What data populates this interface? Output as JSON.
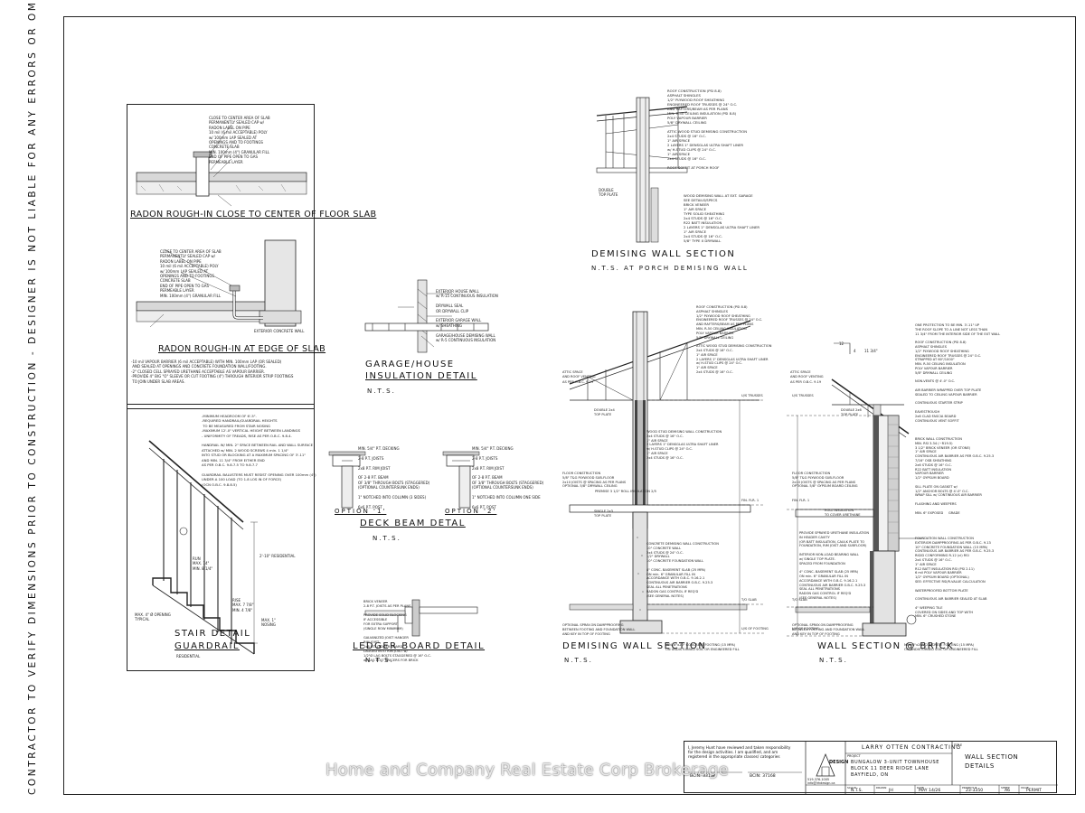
{
  "side_note": "CONTRACTOR TO VERIFY DIMENSIONS PRIOR TO CONSTRUCTION  -  DESIGNER IS NOT LIABLE FOR ANY ERRORS OR OMISSIONS  -  DRAWINGS NOT TO BE SCALED",
  "radon": {
    "title1": "RADON ROUGH-IN CLOSE TO CENTER OF FLOOR SLAB",
    "title2": "RADON ROUGH-IN AT EDGE OF SLAB",
    "notes_a": "CLOSE TO CENTER AREA OF SLAB\nPERMANENTLY SEALED CAP w/\nRADON LABEL ON PIPE\n10 mil (6 mil ACCEPTABLE) POLY\nw/ 100mm LAP SEALED AT\nOPENINGS AND TO FOOTINGS\nCONCRETE SLAB\nMIN. 100mm (4\") GRANULAR FILL\nEND OF PIPE OPEN TO GAS\nPERMEABLE LAYER",
    "notes_b": "CLOSE TO CENTER AREA OF SLAB\nPERMANENTLY SEALED CAP w/\nRADON LABEL ON PIPE\n10 mil (6 mil ACCEPTABLE) POLY\nw/ 100mm LAP SEALED AT\nOPENINGS AND TO FOOTINGS\nCONCRETE SLAB\nEND OF PIPE OPEN TO GAS\nPERMEABLE LAYER\nMIN. 100mm (4\") GRANULAR FILL",
    "exterior_wall": "EXTERIOR CONCRETE WALL",
    "footnotes": "-10 mil VAPOUR BARRIER (6 mil ACCEPTABLE) WITH MIN. 100mm LAP (OR SEALED)\n AND SEALED AT OPENINGS AND CONCRETE FOUNDATION WALL/FOOTING.\n-2\" CLOSED CELL SPRAYED URETHANE ACCEPTABLE AS VAPOUR BARRIER.\n-PROVIDE 4\" BIG \"O\" SLEEVE OR CUT FOOTING (4\") THROUGH INTERIOR STRIP FOOTINGS\n TO JOIN UNDER SLAB AREAS."
  },
  "stair": {
    "title": "STAIR DETAIL",
    "title2": "GUARDRAIL",
    "sub": "RESIDENTIAL",
    "notes": "-MINIMUM HEADROOM OF 6'-5\".\n-REQUIRED HANDRAIL/GUARDRAIL HEIGHTS\n TO BE MEASURED FROM STAIR NOSING\n-MAXIMUM 12'-0\" VERTICAL HEIGHT BETWEEN LANDINGS\n- UNIFORMITY OF TREADS, RISE AS PER O.B.C. 9.8.4.\n\nHANDRAIL W/ MIN. 2\" SPACE BETWEEN RAIL AND WALL SURFACE\nATTACHED w/ MIN. 2 WOOD SCREWS 4 min. 1 1/4\"\nINTO STUD OR BLOCKING AT A MAXIMUM SPACING OF 3'-11\"\nAND MIN. 11 3/4\" FROM EITHER END\nAS PER O.B.C. 9.8.7.5 TO 9.8.7.7\n\nGUARDRAIL BALUSTERS MUST RESIST OPENING OVER 100mm (4\")\nUNDER A 100 LOAD (TO 1.8 LOS IN OF FORCE)\n(OCN O.B.C. 9.8.8.5)",
    "opening": "MAX. 4\" Ø OPENING\nTYPICAL",
    "rise": "RISE\nMAX. 7 7/8\"\nMIN. 4 7/8\"",
    "run": "RUN\nMAX. 14\"\nMIN. 8 1/4\"",
    "nosing": "MAX. 1\"\nNOSING",
    "handrail": "2'-10\" RESIDENTIAL"
  },
  "garage": {
    "title": "GARAGE/HOUSE",
    "title2": "INSULATION DETAIL",
    "sub": "N.T.S.",
    "notes": "EXTERIOR HOUSE WALL\nw/ R-15 CONTINUOUS INSULATION\n\nDRYWALL SEAL\nOR DRYWALL CLIP\n\nEXTERIOR GARAGE WALL\nw/ SHEATHING\n\nGARAGE/HOUSE DEMISING WALL\nw/ R-5 CONTINUOUS INSULATION"
  },
  "deck": {
    "title": "DECK BEAM DETAL",
    "sub": "N.T.S.",
    "option1": "OPTION '1'",
    "option2": "OPTION '2'",
    "notes1": "MIN. 5/4\" P.T. DECKING\n\n2-8 P.T. JOISTS\n\n2x8 P.T. RIM JOIST\n\nOF 2-8 P.T. BEAM\nOF 3/8\" THROUGH BOLTS (STAGGERED)\n(OPTIONAL COUNTERSUNK ENDS)\n\n1\" NOTCHED INTO COLUMN (3 SIDES)\n\n6x6 P.T. POST",
    "notes2": "MIN. 5/4\" P.T. DECKING\n\n2-8 P.T. JOISTS\n\n2x8 P.T. RIM JOIST\n\nOF 2-8 P.T. BEAM\nOF 3/8\" THROUGH BOLTS (STAGGERED)\n(OPTIONAL COUNTERSUNK ENDS)\n\n1\" NOTCHED INTO COLUMN ONE SIDE\n\n6x6 P.T. POST"
  },
  "ledger": {
    "title": "LEDGER BOARD DETAIL",
    "sub": "N.T.S.",
    "notes": "BRICK VENEER\n2-8 P.T. JOISTS AS PER PLANS\n\nPROVIDE SOLID BLOCKING\nIF ACCESSIBLE\nFOR EXTRA SUPPORT\n(SINGLE ROW MINIMUM)\n\nGALVANIZED JOIST HANGER\nRIM JOIST\n2x8 P.T. LEDGER BOARD\nLAGGED INTO RIM JOIST w/\n1/2\"Ø LAG BOLTS STAGGERED @ 16\" O.C.\nw/ LAG BOLT SPACERS FOR BRICK"
  },
  "demising_top": {
    "title": "DEMISING WALL SECTION",
    "sub": "N.T.S.    AT PORCH DEMISING WALL",
    "notes": "ROOF CONSTRUCTION (PSI 8.8)\nASPHALT SHINGLES\n1/2\" PLYWOOD ROOF SHEATHING\nENGINEERED ROOF TRUSSES @ 24\" O.C.\nAND RAFTERS/BEAM AS PER PLANS\nMIN. R-50 CEILING INSULATION (PSI 8.8)\nPOLY VAPOUR BARRIER\n5/8\" DRYWALL CEILING\n\nATTIC WOOD STUD DEMISING CONSTRUCTION\n2x4 STUDS @ 16\" O.C.\n1\" AIR SPACE\n2 LAYERS 1\" DENSGLAS ULTRA SHAFT LINER\nw/ H-STUD CLIPS @ 24\" O.C.\n1\" AIR SPACE\n2x4 STUDS @ 16\" O.C.\n\nROOF SOFFIT AT PORCH ROOF",
    "notes2": "WOOD DEMISING WALL AT EXT. GARAGE\nSEE DETAILS/SPECS\nBRICK VENEER\n1\" AIR SPACE\nTYPE SOLID SHEATHING\n2x4 STUDS @ 16\" O.C.\nR22 BATT INSULATION\n2 LAYERS 1\" DENSGLAS ULTRA SHAFT LINER\n1\" AIR SPACE\n2x4 STUDS @ 16\" O.C.\n5/8\" TYPE X DRYWALL",
    "top_plate": "DOUBLE\nTOP PLATE"
  },
  "demising_main": {
    "title": "DEMISING WALL SECTION",
    "sub": "N.T.S.",
    "notes_roof": "ROOF CONSTRUCTION (PSI 8.8)\nASPHALT SHINGLES\n1/2\" PLYWOOD ROOF SHEATHING\nENGINEERED ROOF TRUSSES @ 24\" O.C.\nAND RAFTERS/BEAM AS PER PLANS\nMIN. R-50 CEILING INSULATION\nPOLY VAPOUR BARRIER\n5/8\" DRYWALL CEILING\n\nATTIC WOOD STUD DEMISING CONSTRUCTION\n2x4 STUDS @ 16\" O.C.\n1\" AIR SPACE\n2 LAYERS 1\" DENSGLAS ULTRA SHAFT LINER\nw/ H-STUD CLIPS @ 24\" O.C.\n1\" AIR SPACE\n2x4 STUDS @ 16\" O.C.",
    "notes_wall": "WOOD STUD DEMISING WALL CONSTRUCTION\n2x4 STUDS @ 16\" O.C.\n1\" AIR SPACE\n2 LAYERS 1\" DENSGLAS ULTRA SHAFT LINER\nw/ H-STUD CLIPS @ 24\" O.C.\n1\" AIR SPACE\n2x4 STUDS @ 16\" O.C.",
    "notes_floor": "FLOOR CONSTRUCTION\n5/8\" T&G PLYWOOD SUB-FLOOR\n2x10 JOISTS @ SPACING AS PER PLANS\nOPTIONAL 5/8\" DRYWALL CEILING",
    "notes_found": "CONCRETE DEMISING WALL CONSTRUCTION\n10\" CONCRETE WALL\n2x4 STUDS @ 24\" O.C.\n1/2\" DRYWALL\n10\" CONCRETE FOUNDATION WALL\n\n4\" CONC. BASEMENT SLAB (25 MPA)\nON min. 6\" GRANULAR FILL IN\nACCORDANCE WITH O.B.C. 9.16.2.1\nCONTINUOUS AIR BARRIER O.B.C. 9.25.3\nSEAL ALL PENETRATIONS\nRADON GAS CONTROL IF REQ'D\n(SEE GENERAL NOTES)",
    "notes_bottom": "OPTIONAL SPRAY-ON DAMPPROOFING\nBETWEEN FOOTING AND FOUNDATION WALL\nAND KEY IN TOP OF FOOTING",
    "footing": "MIN. 8\"x20\" CONCRETE FOOTING (15 MPA)\nON UNDISTURBED SOIL OR ENGINEERED FILL",
    "premise": "PREMISE 3 1/2\" ROLL INSULATION 2/5",
    "single_plate": "SINGLE 2x3\nTOP PLATE",
    "double_plate": "DOUBLE 2x4\nTOP PLATE",
    "attic": "ATTIC SPACE\nAND ROOF VENTING\nAS PER O.B.C. 9.19",
    "trusses": "U/S TRUSSES",
    "fin_flr": "FIN. FLR. 1",
    "slab": "T/O SLAB",
    "footing_level": "U/S OF FOOTING"
  },
  "brick": {
    "title": "WALL SECTION @ BRICK",
    "sub": "N.T.S.",
    "notes_roof": "ONE PROTECTION TO BE MIN. 3'-11\" UP\nTHE ROOF SLOPE TO A LINE NOT LESS THAN\n11 3/4\" FROM THE INTERIOR SIDE OF THE EXT WALL\n\nROOF CONSTRUCTION (PSI 8.8)\nASPHALT SHINGLES\n1/2\" PLYWOOD ROOF SHEATHING\nENGINEERED ROOF TRUSSES @ 24\" O.C.\nSTRAPPED AT 60\"/1000\"\nMIN. R-50 CEILING INSULATION\nPOLY VAPOUR BARRIER\n5/8\" DRYWALL CEILING\n\nNON-VENTS @ 4'-0\" O.C.\n\nAIR BARRIER WRAPPED OVER TOP PLATE\nSEALED TO CEILING VAPOUR BARRIER\n\nCONTINUOUS STARTER STRIP\n\nEAVESTROUGH\n2x6 CLAD FASCIA BOARD\nCONTINUOUS VENT SOFFIT",
    "notes_wall": "BRICK WALL CONSTRUCTION\nMIN. RSI 3.34 (~R19.5)\n3 1/2\" BRICK VENEER (OR STONE)\n1\" AIR SPACE\nCONTINUOUS AIR BARRIER AS PER O.B.C. 9.25.3\n7/16\" OSB SHEATHING\n2x6 STUDS @ 16\" O.C.\nR22 BATT INSULATION\nVAPOUR BARRIER\n1/2\" GYPSUM BOARD\n\nSILL PLATE ON GASKET w/\n1/2\" ANCHOR BOLTS @ 4'-0\" O.C.\nWRAP SILL w/ CONTINUOUS AIR BARRIER\n\nFLASHING AND WEEPERS\n\nMIN. 6\" EXPOSED     GRADE",
    "notes_found": "FOUNDATION WALL CONSTRUCTION\nEXTERIOR DAMPPROOFING AS PER O.B.C. 9.13\n10\" CONCRETE FOUNDATION WALL (15 MPA)\nCONTINUOUS AIR BARRIER AS PER O.B.C. 9.25.3\nRIGID CONFORMING R-12 (ci) RSI\n2x4 STUDS @ 16\" O.C.\n1\" AIR SPACE\nR12 BATT INSULATION RSI (PSI 2.11)\n6 mil POLY VAPOUR BARRIER\n1/2\" GYPSUM BOARD (OPTIONAL)\nSEE: EFFECTIVE RSI/R-VALUE CALCULATION\n\nWATERPROOFED BOTTOM PLATE\n\nCONTINUOUS AIR BARRIER SEALED AT SLAB\n\n4\" WEEPING TILE\nCOVERED ON SIDES AND TOP WITH\nMIN. 6\" CRUSHED STONE",
    "notes_floor": "FLOOR CONSTRUCTION\n5/8\" T&G PLYWOOD SUB-FLOOR\n2x10 JOISTS @ SPACING AS PER PLANS\nOPTIONAL 5/8\" GYPSUM BOARD CEILING",
    "notes_inner": "PROVIDE SPRAYED URETHANE INSULATION\nIN HEADER CAVITY\n(OR BATT INSULATION, CAULK PLATE TO\nFOUNDATION, RIM JOIST AND SUBFLOOR)\n\nINTERIOR NON-LOAD BEARING WALL\nw/ SINGLE TOP PLATE.\nSPACED FROM FOUNDATION\n\n4\" CONC. BASEMENT SLAB (25 MPA)\nON min. 6\" GRANULAR FILL IN\nACCORDANCE WITH O.B.C. 9.16.2.1\nCONTINUOUS AIR BARRIER O.B.C. 9.25.3\nSEAL ALL PENETRATIONS\nRADON GAS CONTROL IF REQ'D\n(SEE GENERAL NOTES)",
    "notes_bottom": "OPTIONAL SPRAY-ON DAMPPROOFING\nBETWEEN FOOTING AND FOUNDATION WALL\nAND KEY IN TOP OF FOOTING",
    "footing": "MIN. 6\"x20\" CONCRETE FOOTING (15 MPA)\nON UNDISTURBED SOIL OR ENGINEERED FILL",
    "roll": "ROLL INSULATION\nTO COVER URETHANE",
    "attic": "ATTIC SPACE\nAND ROOF VENTING\nAS PER O.B.C. 9.19",
    "trusses": "U/S TRUSSES",
    "fin_flr": "FIN. FLR. 1",
    "slab": "T/O SLAB",
    "footing_level": "U/S OF FOOTING",
    "slope_a": "12",
    "slope_b": "4",
    "overhang": "11 3/4\"",
    "plate": "DOUBLE 2x6\nTOP PLATE"
  },
  "titleblock": {
    "certification": "I, Jeremy Hunt have reviewed and taken responsibility\nfor the design activities. I am qualified, and am\nregistered in the appropriate classes/ categories",
    "bcin1": "BCIN: 33136",
    "bcin2": "BCIN: 37168",
    "logo_text": "DESIGN",
    "contact": "519-376-1005\ninfo@lrhdesign.ca",
    "client": "LARRY OTTEN CONTRACTING",
    "project_label": "PROJECT",
    "project": "BUNGALOW 3-UNIT TOWNHOUSE\nBLOCK 11 DEER RIDGE LANE\nBAYFIELD, ON",
    "title_label": "TITLE",
    "title": "WALL SECTION\nDETAILS",
    "scale_label": "SCALE",
    "scale": "N.T.S.",
    "drawn_label": "DRAWN",
    "drawn": "JH",
    "date_label": "DATE",
    "date": "MAY 14/26",
    "project_no_label": "PROJECT #",
    "project_no": "23-3350",
    "sheet_label": "SHEET",
    "sheet": "A6",
    "status_label": "ISSUE",
    "status": "PERMIT"
  },
  "watermark": "Home and Company Real Estate Corp Brokerage"
}
